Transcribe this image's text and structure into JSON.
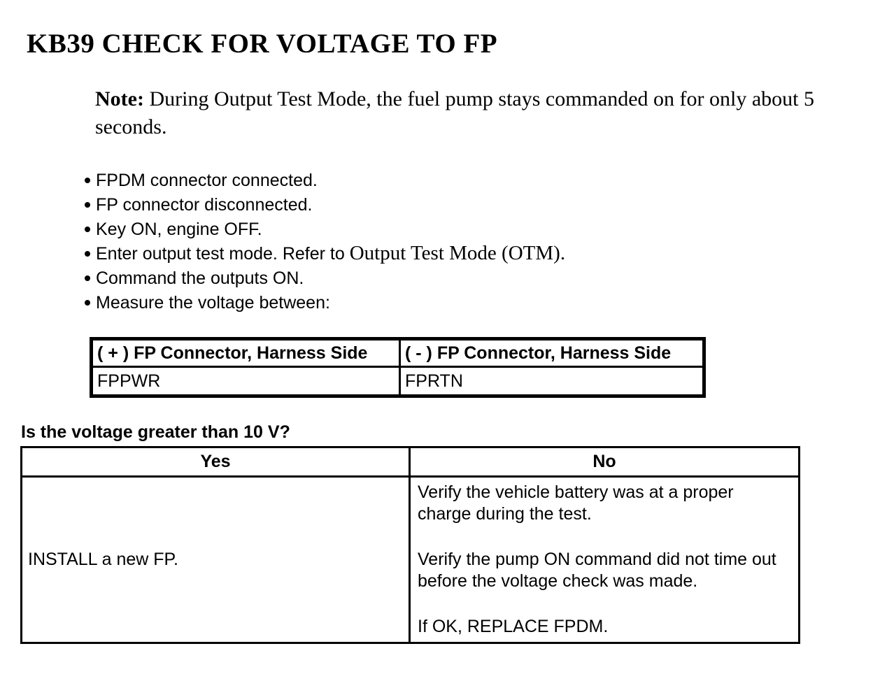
{
  "page": {
    "title": "KB39 CHECK FOR VOLTAGE TO FP",
    "note": {
      "label": "Note:",
      "text": " During Output Test Mode, the fuel pump stays commanded on for only about 5 seconds."
    },
    "bullets": [
      {
        "pre": "FPDM connector connected.",
        "ref": "",
        "post": ""
      },
      {
        "pre": "FP connector disconnected.",
        "ref": "",
        "post": ""
      },
      {
        "pre": "Key ON, engine OFF.",
        "ref": "",
        "post": ""
      },
      {
        "pre": "Enter output test mode. Refer to ",
        "ref": "Output Test Mode (OTM)",
        "post": "."
      },
      {
        "pre": "Command the outputs ON.",
        "ref": "",
        "post": ""
      },
      {
        "pre": "Measure the voltage between:",
        "ref": "",
        "post": ""
      }
    ],
    "measurement_table": {
      "headers": [
        "( + ) FP Connector, Harness Side",
        "( - ) FP Connector, Harness Side"
      ],
      "rows": [
        [
          "FPPWR",
          "FPRTN"
        ]
      ]
    },
    "question": "Is the voltage greater than 10 V?",
    "decision_table": {
      "headers": [
        "Yes",
        "No"
      ],
      "yes_action": "INSTALL a new FP.",
      "no_actions": [
        "Verify the vehicle battery was at a proper charge during the test.",
        "Verify the pump ON command did not time out before the voltage check was made.",
        "If OK, REPLACE FPDM."
      ]
    },
    "colors": {
      "text": "#000000",
      "background": "#ffffff"
    }
  }
}
